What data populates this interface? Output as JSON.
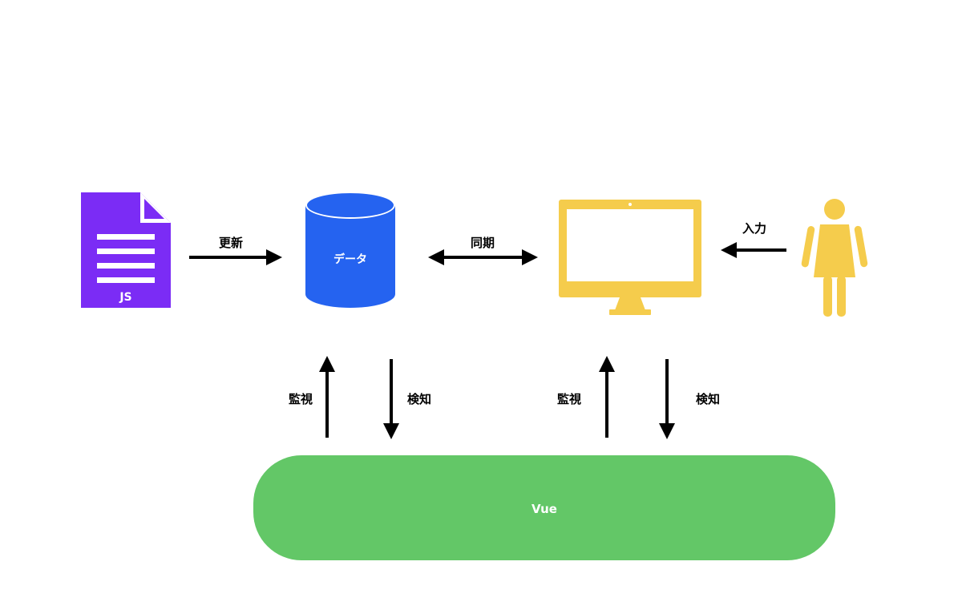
{
  "colors": {
    "js_file": "#7b2cf5",
    "database": "#2563f0",
    "monitor": "#f5cc4c",
    "person": "#f5cc4c",
    "vue": "#63c767",
    "arrow": "#000000",
    "on_shape_text": "#ffffff"
  },
  "nodes": {
    "js": {
      "label": "JS",
      "icon": "document-icon"
    },
    "data": {
      "label": "データ",
      "icon": "database-icon"
    },
    "screen": {
      "icon": "monitor-icon"
    },
    "user": {
      "icon": "person-icon"
    },
    "vue": {
      "label": "Vue"
    }
  },
  "edges": {
    "update": {
      "label": "更新",
      "from": "js",
      "to": "data"
    },
    "sync": {
      "label": "同期",
      "from": "data",
      "to": "screen",
      "bidirectional": true
    },
    "input": {
      "label": "入力",
      "from": "user",
      "to": "screen"
    },
    "watch_data": {
      "label": "監視",
      "from": "vue",
      "to": "data"
    },
    "detect_data": {
      "label": "検知",
      "from": "data",
      "to": "vue"
    },
    "watch_screen": {
      "label": "監視",
      "from": "vue",
      "to": "screen"
    },
    "detect_screen": {
      "label": "検知",
      "from": "screen",
      "to": "vue"
    }
  }
}
